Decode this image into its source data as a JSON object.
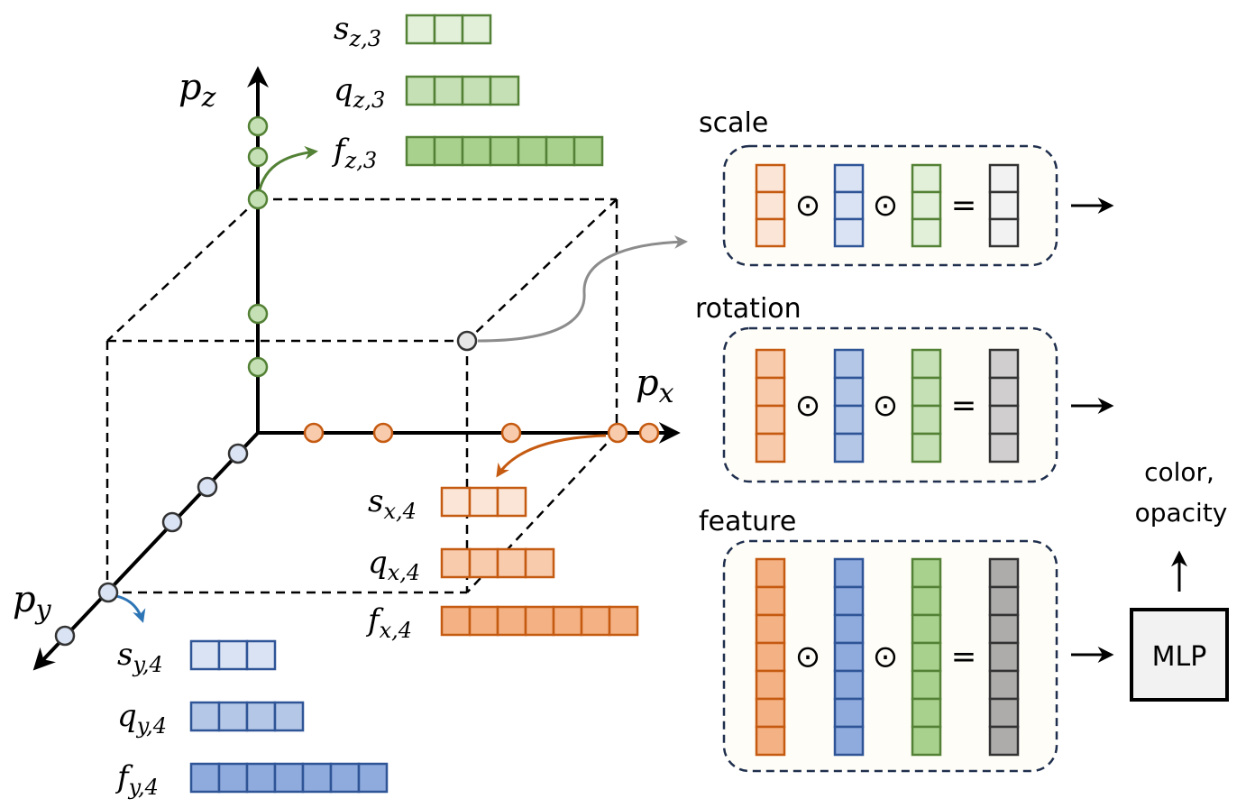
{
  "axes": {
    "x": {
      "label": "p",
      "sub": "x"
    },
    "y": {
      "label": "p",
      "sub": "y"
    },
    "z": {
      "label": "p",
      "sub": "z"
    }
  },
  "colors": {
    "x_stroke": "#c55a11",
    "x_light": "#fbe5d6",
    "x_mid": "#f8cbad",
    "x_dark": "#f4b183",
    "y_stroke": "#2f5597",
    "y_light": "#dae3f3",
    "y_mid": "#b4c7e7",
    "y_dark": "#8faadc",
    "z_stroke": "#538135",
    "z_light": "#e2f0d9",
    "z_mid": "#c5e0b4",
    "z_dark": "#a9d18e",
    "out_stroke": "#333333",
    "out_light": "#f2f2f2",
    "out_mid": "#d0cece",
    "out_dark": "#aeabab",
    "box_fill": "#fffdf7",
    "box_border": "#1f2f4d",
    "point_gray": "#e7e6e6",
    "curve_gray": "#8c8c8c"
  },
  "vectors": {
    "z": [
      {
        "name": "s",
        "sub": "z,3",
        "cells": 3
      },
      {
        "name": "q",
        "sub": "z,3",
        "cells": 4
      },
      {
        "name": "f",
        "sub": "z,3",
        "cells": 7
      }
    ],
    "x": [
      {
        "name": "s",
        "sub": "x,4",
        "cells": 3
      },
      {
        "name": "q",
        "sub": "x,4",
        "cells": 4
      },
      {
        "name": "f",
        "sub": "x,4",
        "cells": 7
      }
    ],
    "y": [
      {
        "name": "s",
        "sub": "y,4",
        "cells": 3
      },
      {
        "name": "q",
        "sub": "y,4",
        "cells": 4
      },
      {
        "name": "f",
        "sub": "y,4",
        "cells": 7
      }
    ]
  },
  "panels": [
    {
      "title": "scale",
      "cells": 3
    },
    {
      "title": "rotation",
      "cells": 4
    },
    {
      "title": "feature",
      "cells": 7
    }
  ],
  "operators": {
    "hadamard": "⊙",
    "equals": "=",
    "arrow_right": "→",
    "arrow_up": "↑"
  },
  "mlp": {
    "label": "MLP"
  },
  "output": {
    "line1": "color,",
    "line2": "opacity"
  }
}
